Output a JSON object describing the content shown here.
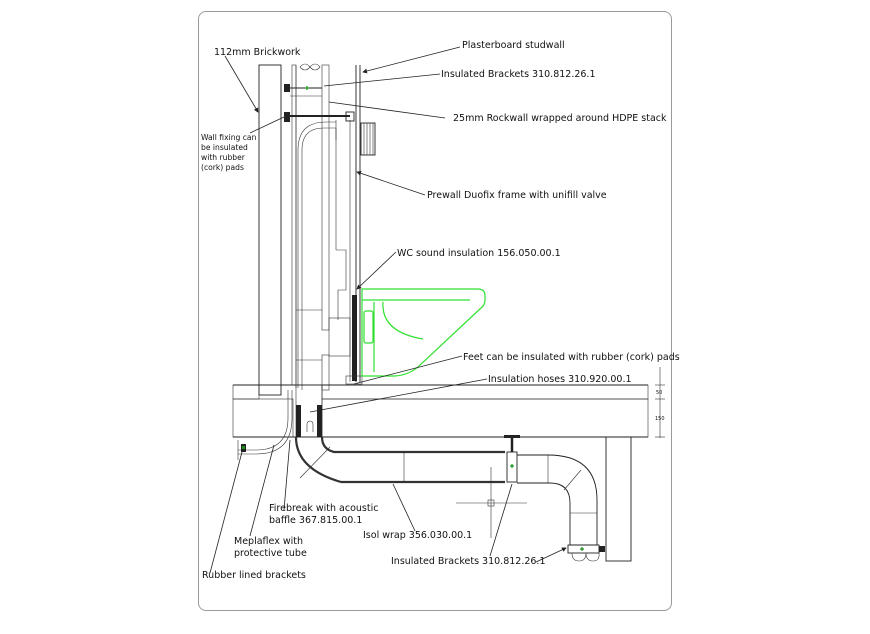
{
  "drawing": {
    "title": "WC wall-hung installation section detail",
    "colors": {
      "line": "#222222",
      "wc_outline": "#2fe02f",
      "frame_border": "#9a9a9a",
      "fixing_marker": "#1a8f1a"
    },
    "labels": {
      "brickwork": "112mm Brickwork",
      "plasterboard": "Plasterboard studwall",
      "brackets_top": "Insulated Brackets 310.812.26.1",
      "rockwall": "25mm Rockwall wrapped around HDPE stack",
      "wall_fixing": [
        "Wall fixing can",
        "be insulated",
        "with rubber",
        "(cork) pads"
      ],
      "duofix": "Prewall Duofix frame with unifill valve",
      "wc_sound": "WC sound insulation 156.050.00.1",
      "feet": "Feet can be insulated with rubber (cork) pads",
      "hoses": "Insulation hoses 310.920.00.1",
      "firebreak": [
        "Firebreak with acoustic",
        "baffle 367.815.00.1"
      ],
      "mepla": [
        "Mepla­flex with",
        "protective tube"
      ],
      "isol": "Isol wrap 356.030.00.1",
      "brackets_bottom": "Insulated Brackets 310.812.26.1",
      "rubber_brackets": "Rubber lined brackets"
    },
    "dimensions": {
      "screed": "50",
      "slab": "150"
    }
  }
}
